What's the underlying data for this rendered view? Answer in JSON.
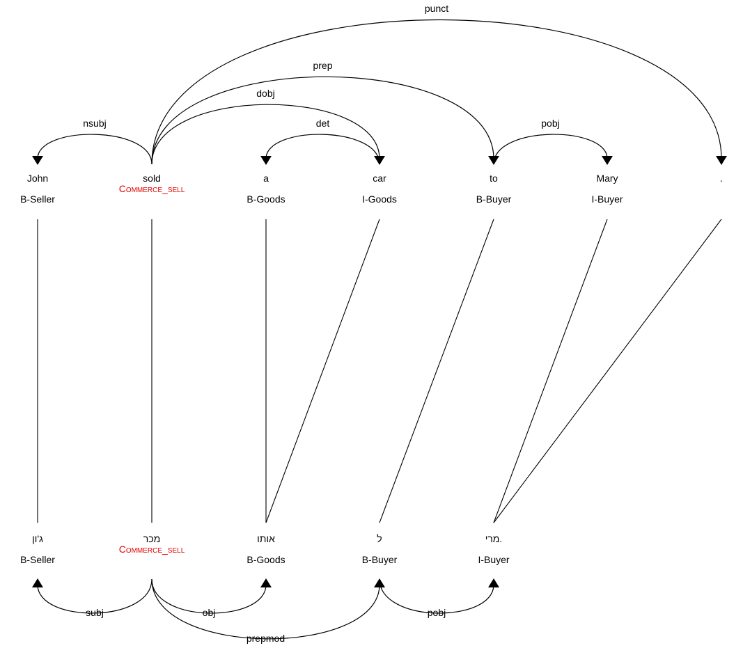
{
  "colors": {
    "text": "#000000",
    "frame": "#e00000"
  },
  "english": {
    "tokens": [
      {
        "word": "John",
        "tag": "B-Seller",
        "frame": ""
      },
      {
        "word": "sold",
        "tag": "",
        "frame": "Commerce_sell"
      },
      {
        "word": "a",
        "tag": "B-Goods",
        "frame": ""
      },
      {
        "word": "car",
        "tag": "I-Goods",
        "frame": ""
      },
      {
        "word": "to",
        "tag": "B-Buyer",
        "frame": ""
      },
      {
        "word": "Mary",
        "tag": "I-Buyer",
        "frame": ""
      },
      {
        "word": ".",
        "tag": "",
        "frame": ""
      }
    ],
    "arcs": [
      {
        "head": 1,
        "dep": 0,
        "label": "nsubj"
      },
      {
        "head": 3,
        "dep": 2,
        "label": "det"
      },
      {
        "head": 1,
        "dep": 3,
        "label": "dobj"
      },
      {
        "head": 1,
        "dep": 4,
        "label": "prep"
      },
      {
        "head": 4,
        "dep": 5,
        "label": "pobj"
      },
      {
        "head": 1,
        "dep": 6,
        "label": "punct"
      }
    ]
  },
  "hebrew": {
    "tokens": [
      {
        "word": "ג'ון",
        "tag": "B-Seller",
        "frame": ""
      },
      {
        "word": "מכר",
        "tag": "",
        "frame": "Commerce_sell"
      },
      {
        "word": "אותו",
        "tag": "B-Goods",
        "frame": ""
      },
      {
        "word": "ל",
        "tag": "B-Buyer",
        "frame": ""
      },
      {
        "word": "מרי.",
        "tag": "I-Buyer",
        "frame": ""
      }
    ],
    "arcs": [
      {
        "head": 1,
        "dep": 0,
        "label": "subj"
      },
      {
        "head": 1,
        "dep": 2,
        "label": "obj"
      },
      {
        "head": 1,
        "dep": 3,
        "label": "prepmod"
      },
      {
        "head": 3,
        "dep": 4,
        "label": "pobj"
      }
    ]
  },
  "alignments": [
    [
      0,
      0
    ],
    [
      1,
      1
    ],
    [
      2,
      2
    ],
    [
      3,
      2
    ],
    [
      4,
      3
    ],
    [
      5,
      4
    ],
    [
      6,
      4
    ]
  ]
}
